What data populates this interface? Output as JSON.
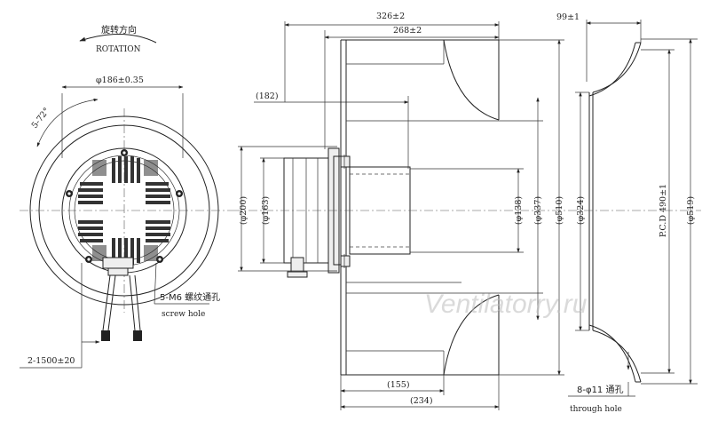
{
  "labels": {
    "rotation_cn": "旋转方向",
    "rotation_en": "ROTATION",
    "d186": "φ186±0.35",
    "angle": "5-72°",
    "m6_cn": "5-M6 螺纹通孔",
    "m6_en": "screw hole",
    "cable": "2-1500±20",
    "d326": "326±2",
    "d268": "268±2",
    "d182": "(182)",
    "d200": "(φ200)",
    "d163": "(φ163)",
    "d138": "(φ138)",
    "d337": "(φ337)",
    "d510": "(φ510)",
    "d155": "(155)",
    "d234": "(234)",
    "d99": "99±1",
    "d324": "(φ324)",
    "pcd": "P.C.D 490±1",
    "d519": "(φ519)",
    "hole_cn": "8-φ11 通孔",
    "hole_en": "through hole",
    "watermark": "Ventilatorry.ru"
  }
}
